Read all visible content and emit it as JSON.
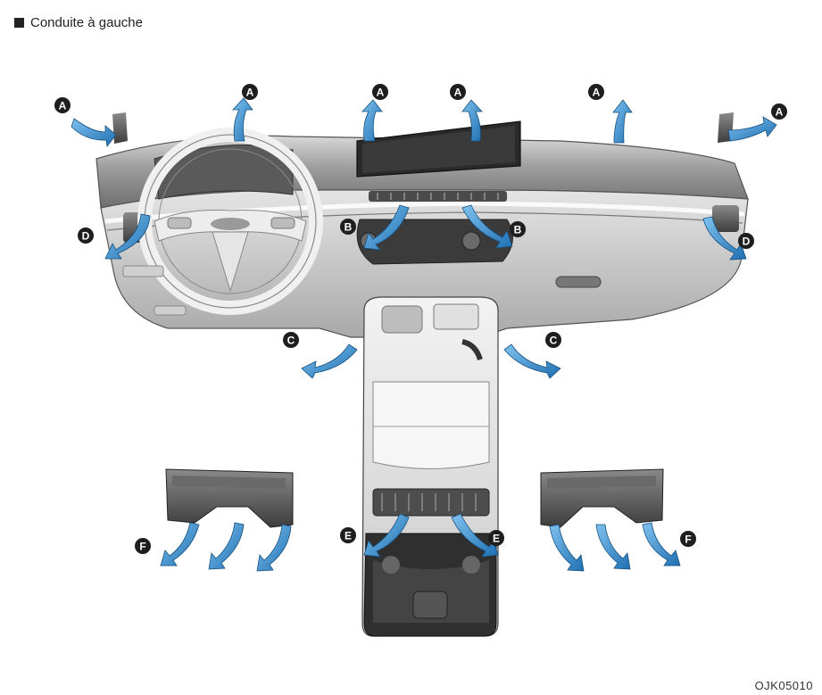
{
  "header": {
    "icon": "black-square-icon",
    "title": "Conduite à gauche"
  },
  "figure_code": "OJK05010",
  "callouts": {
    "A": "A",
    "B": "B",
    "C": "C",
    "D": "D",
    "E": "E",
    "F": "F"
  },
  "colors": {
    "arrow_blue": "#2a86c9",
    "callout_bg": "#1e1e1e",
    "dash_gray": "#8f8f8f"
  }
}
